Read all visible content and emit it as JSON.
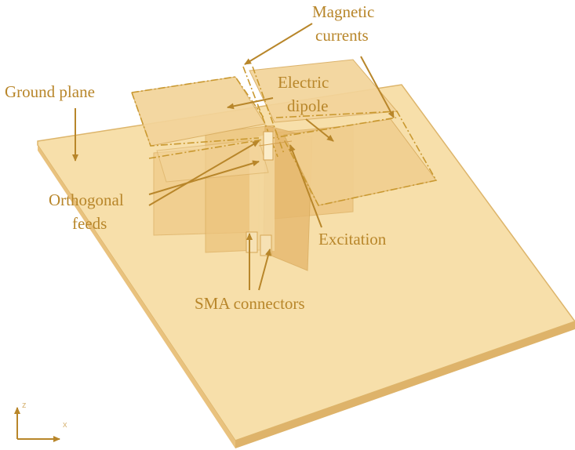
{
  "colors": {
    "label": "#b8862a",
    "ground_fill": "#f7dfaa",
    "ground_edge": "#ddb56b",
    "patch_fill": "#f3d49a",
    "wall_fill": "#efcb85",
    "dashed_line": "#c9982f"
  },
  "labels": {
    "magnetic_currents_line1": "Magnetic",
    "magnetic_currents_line2": "currents",
    "electric_dipole_line1": "Electric",
    "electric_dipole_line2": "dipole",
    "ground_plane": "Ground plane",
    "orthogonal_feeds_line1": "Orthogonal",
    "orthogonal_feeds_line2": "feeds",
    "excitation": "Excitation",
    "sma_connectors": "SMA connectors"
  },
  "axes_icon": {
    "z": "z",
    "x": "x"
  }
}
